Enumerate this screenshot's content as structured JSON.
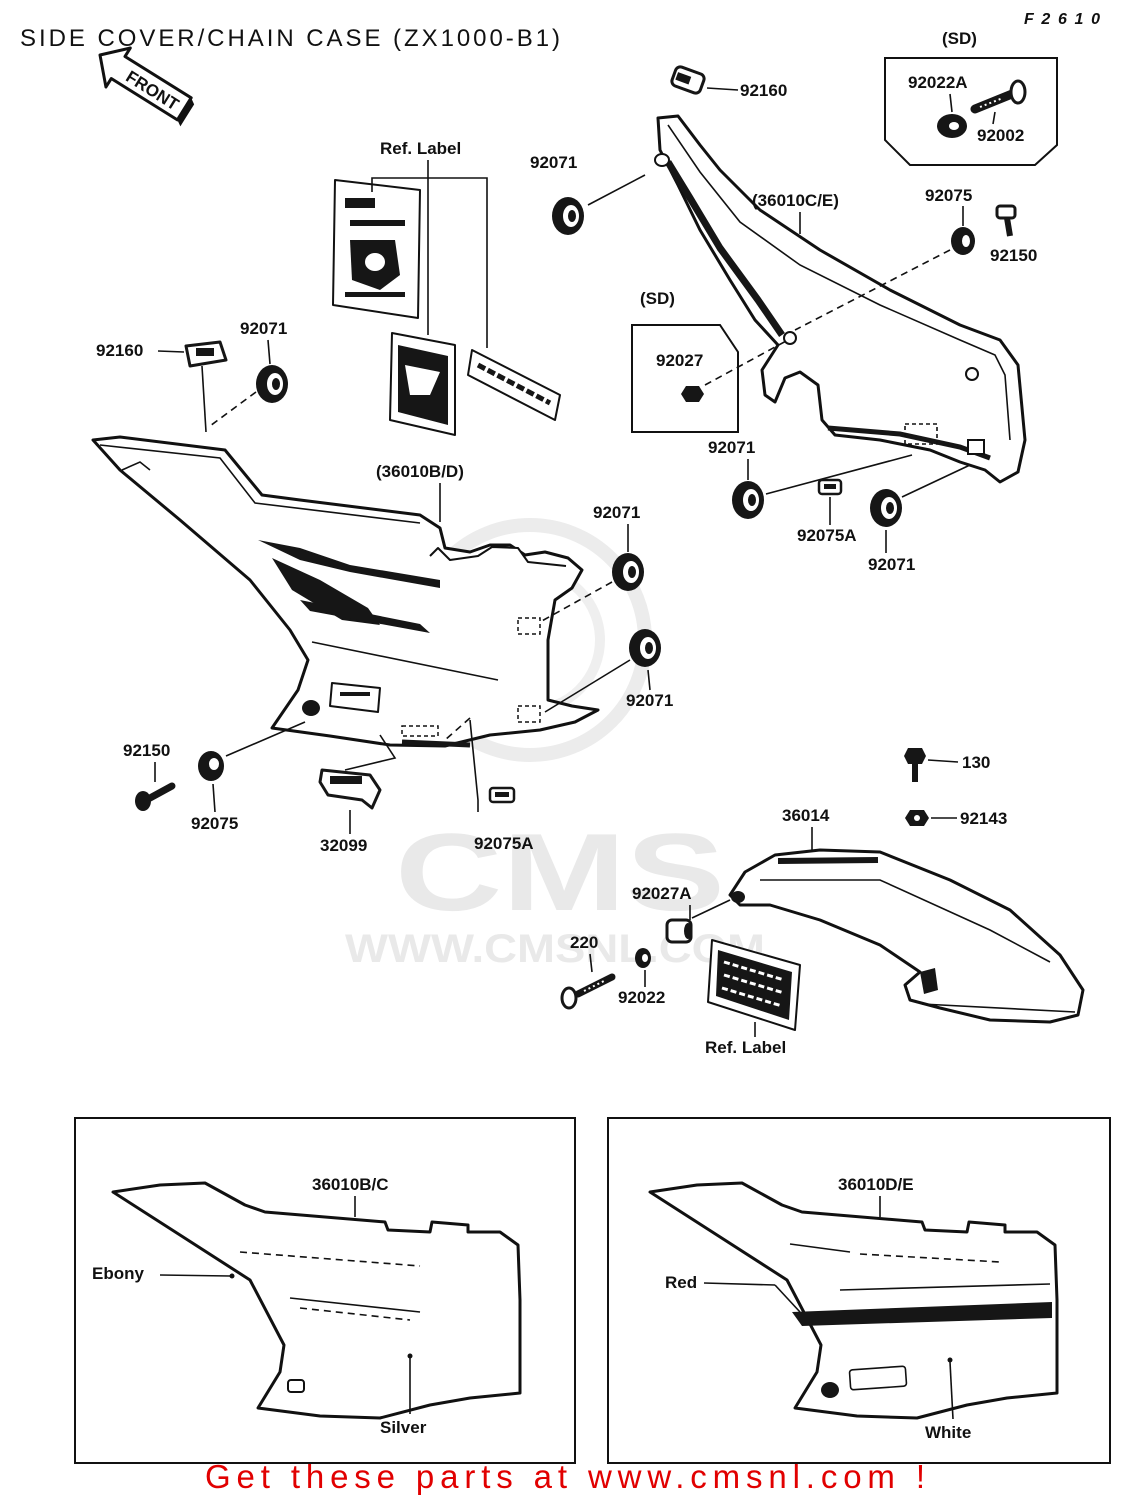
{
  "header": {
    "title": "SIDE COVER/CHAIN CASE (ZX1000-B1)",
    "figure_code": "F2610"
  },
  "front_arrow": {
    "label": "FRONT"
  },
  "sd_kit_top": {
    "label": "(SD)",
    "parts": [
      "92022A",
      "92002"
    ]
  },
  "sd_kit_mid": {
    "label": "(SD)",
    "parts": [
      "92027"
    ]
  },
  "callouts": [
    "92160",
    "92071",
    "Ref. Label",
    "(36010C/E)",
    "92075",
    "92150",
    "92160",
    "92071",
    "92071",
    "(36010B/D)",
    "92071",
    "92075A",
    "92071",
    "92071",
    "92150",
    "92075",
    "32099",
    "92075A",
    "130",
    "92143",
    "36014",
    "92027A",
    "220",
    "92022",
    "Ref. Label"
  ],
  "color_variants": [
    {
      "part": "36010B/C",
      "colors": [
        "Ebony",
        "Silver"
      ]
    },
    {
      "part": "36010D/E",
      "colors": [
        "Red",
        "White"
      ]
    }
  ],
  "watermark": {
    "logo": "CMS",
    "url": "WWW.CMSNL.COM"
  },
  "footer": {
    "text": "Get these parts at www.cmsnl.com !"
  },
  "colors": {
    "footer_text": "#e10000",
    "ink": "#111111",
    "watermark": "#e9e9e9"
  }
}
